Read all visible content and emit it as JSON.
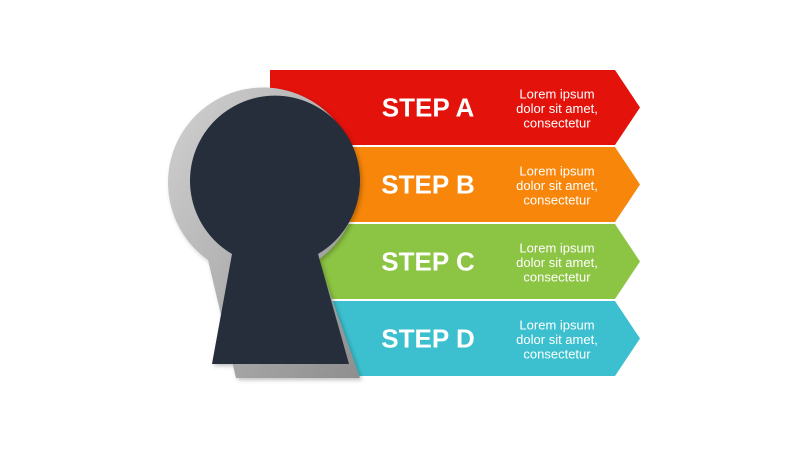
{
  "colors": {
    "background": "#ffffff",
    "keyhole_fill": "#252d3a",
    "keyhole_rim": "#9b9b9b",
    "keyhole_rim_light": "#c9c9c9"
  },
  "steps": [
    {
      "title": "STEP A",
      "desc_lines": [
        "Lorem ipsum",
        "dolor sit amet,",
        "consectetur"
      ],
      "color": "#e3120b"
    },
    {
      "title": "STEP B",
      "desc_lines": [
        "Lorem ipsum",
        "dolor sit amet,",
        "consectetur"
      ],
      "color": "#f7860a"
    },
    {
      "title": "STEP C",
      "desc_lines": [
        "Lorem ipsum",
        "dolor sit amet,",
        "consectetur"
      ],
      "color": "#8cc443"
    },
    {
      "title": "STEP D",
      "desc_lines": [
        "Lorem ipsum",
        "dolor sit amet,",
        "consectetur"
      ],
      "color": "#3cc0cf"
    }
  ]
}
